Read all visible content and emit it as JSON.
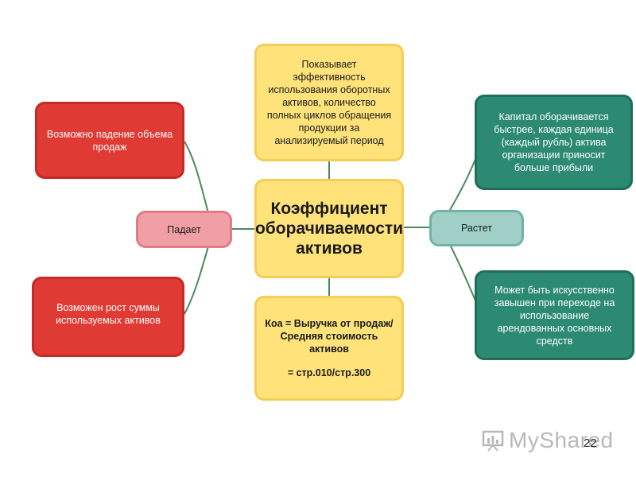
{
  "center": {
    "title": "Коэффициент оборачиваемости активов"
  },
  "top": {
    "text": "Показывает эффективность использования оборотных активов, количество полных циклов обращения продукции за анализируемый период"
  },
  "bottom": {
    "formula": "Коа = Выручка от продаж/ Средняя стоимость активов",
    "lines": "= стр.010/стр.300"
  },
  "left": {
    "label": "Падает",
    "top_text": "Возможно падение объема продаж",
    "bottom_text": "Возможен рост суммы используемых активов"
  },
  "right": {
    "label": "Растет",
    "top_text": "Капитал оборачивается быстрее,   каждая единица (каждый рубль) актива организации приносит больше прибыли",
    "bottom_text": "Может быть искусственно завышен при переходе на использование арендованных основных средств"
  },
  "footer": {
    "watermark": "MyShared",
    "page_number": "22"
  },
  "colors": {
    "yellow": "#ffe27a",
    "red": "#e03a34",
    "pink": "#f0a0a4",
    "teal": "#2c8a72",
    "light_teal": "#9fcfc6"
  }
}
